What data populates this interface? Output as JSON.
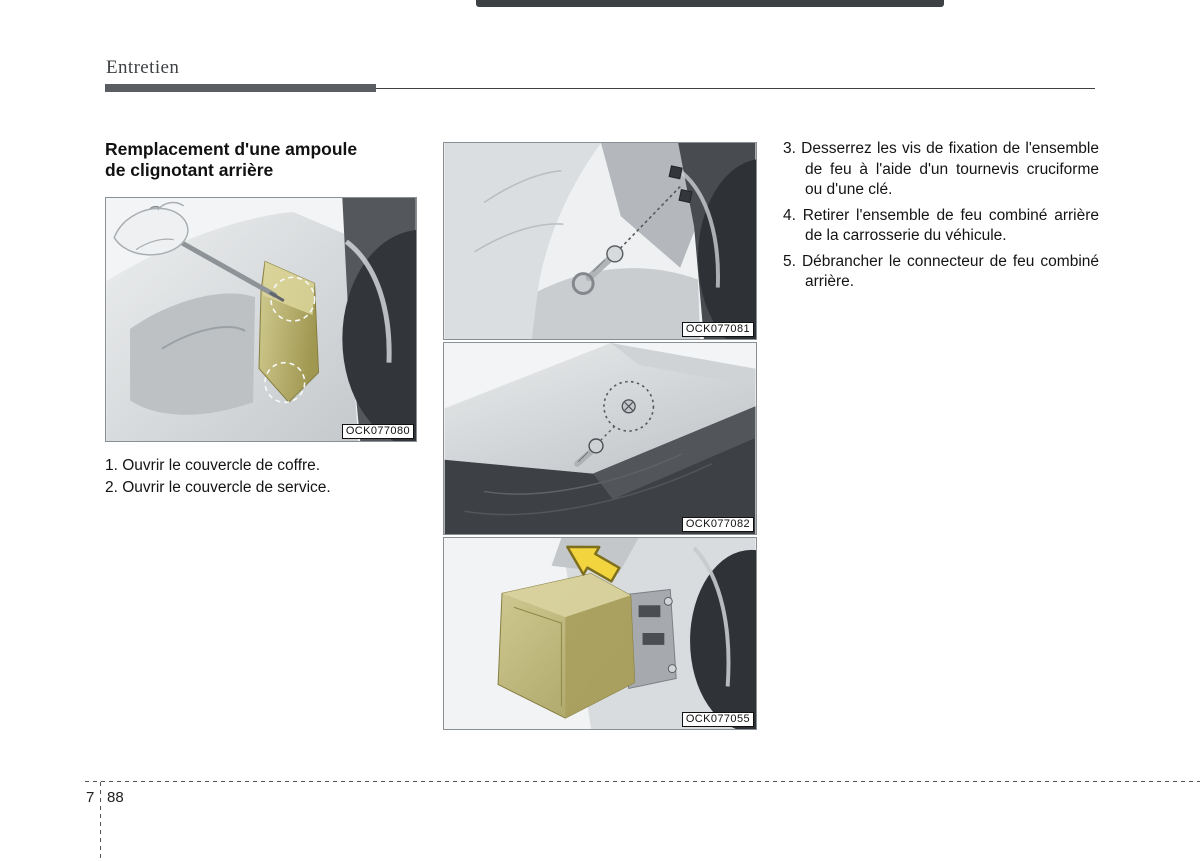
{
  "header": {
    "title": "Entretien"
  },
  "section": {
    "heading_line1": "Remplacement d'une ampoule",
    "heading_line2": "de clignotant arrière"
  },
  "steps_left": [
    {
      "num": "1.",
      "text": "Ouvrir le couvercle de coffre."
    },
    {
      "num": "2.",
      "text": "Ouvrir le couvercle de service."
    }
  ],
  "steps_right": [
    {
      "num": "3.",
      "text": "Desserrez les vis de fixation de l'ensemble de feu à l'aide d'un tournevis cruciforme ou d'une clé."
    },
    {
      "num": "4.",
      "text": "Retirer l'ensemble de feu combiné arrière de la carrosserie du véhicule."
    },
    {
      "num": "5.",
      "text": "Débrancher le connecteur de feu combiné arrière."
    }
  ],
  "figures": [
    {
      "label": "OCK077080"
    },
    {
      "label": "OCK077081"
    },
    {
      "label": "OCK077082"
    },
    {
      "label": "OCK077055"
    }
  ],
  "footer": {
    "chapter": "7",
    "page": "88"
  },
  "colors": {
    "header_bar": "#5a5e62",
    "highlight_olive": "#b2aa67",
    "text": "#1a1a1a"
  }
}
